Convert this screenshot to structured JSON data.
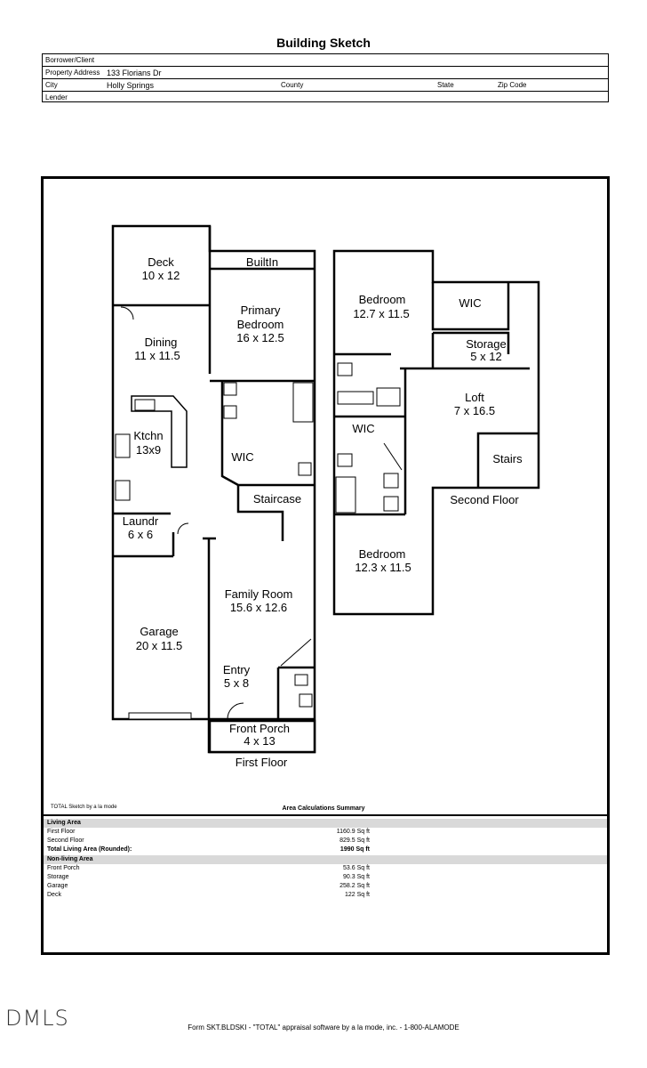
{
  "title": "Building Sketch",
  "header": {
    "borrower_label": "Borrower/Client",
    "address_label": "Property Address",
    "address_value": "133 Florians Dr",
    "city_label": "City",
    "city_value": "Holly Springs",
    "county_label": "County",
    "state_label": "State",
    "zip_label": "Zip Code",
    "lender_label": "Lender"
  },
  "rooms": {
    "deck": "Deck",
    "deck_size": "10 x 12",
    "builtin": "BuiltIn",
    "primary": "Primary",
    "primary2": "Bedroom",
    "primary_size": "16 x 12.5",
    "dining": "Dining",
    "dining_size": "11 x 11.5",
    "kitchen": "Ktchn",
    "kitchen_size": "13x9",
    "wic": "WIC",
    "staircase": "Staircase",
    "laundry": "Laundr",
    "laundry_size": "6 x 6",
    "family": "Family Room",
    "family_size": "15.6 x 12.6",
    "garage": "Garage",
    "garage_size": "20 x 11.5",
    "entry": "Entry",
    "entry_size": "5 x 8",
    "porch": "Front Porch",
    "porch_size": "4 x 13",
    "first_floor": "First Floor",
    "bed1": "Bedroom",
    "bed1_size": "12.7 x 11.5",
    "wic_up": "WIC",
    "storage": "Storage",
    "storage_size": "5 x 12",
    "loft": "Loft",
    "loft_size": "7 x 16.5",
    "wic2": "WIC",
    "stairs": "Stairs",
    "second_floor": "Second Floor",
    "bed2": "Bedroom",
    "bed2_size": "12.3 x 11.5"
  },
  "summary": {
    "software_note": "TOTAL Sketch by a la mode",
    "title": "Area Calculations Summary",
    "living_header": "Living Area",
    "first_floor": {
      "label": "First Floor",
      "value": "1160.9 Sq ft"
    },
    "second_floor": {
      "label": "Second Floor",
      "value": "829.5 Sq ft"
    },
    "total": {
      "label": "Total Living Area (Rounded):",
      "value": "1990 Sq ft"
    },
    "nonliving_header": "Non-living Area",
    "front_porch": {
      "label": "Front Porch",
      "value": "53.6 Sq ft"
    },
    "storage": {
      "label": "Storage",
      "value": "90.3 Sq ft"
    },
    "garage": {
      "label": "Garage",
      "value": "258.2 Sq ft"
    },
    "deck": {
      "label": "Deck",
      "value": "122 Sq ft"
    }
  },
  "logo_text": "DMLS",
  "footer": "Form SKT.BLDSKI - \"TOTAL\" appraisal software by a la mode, inc. - 1-800-ALAMODE"
}
